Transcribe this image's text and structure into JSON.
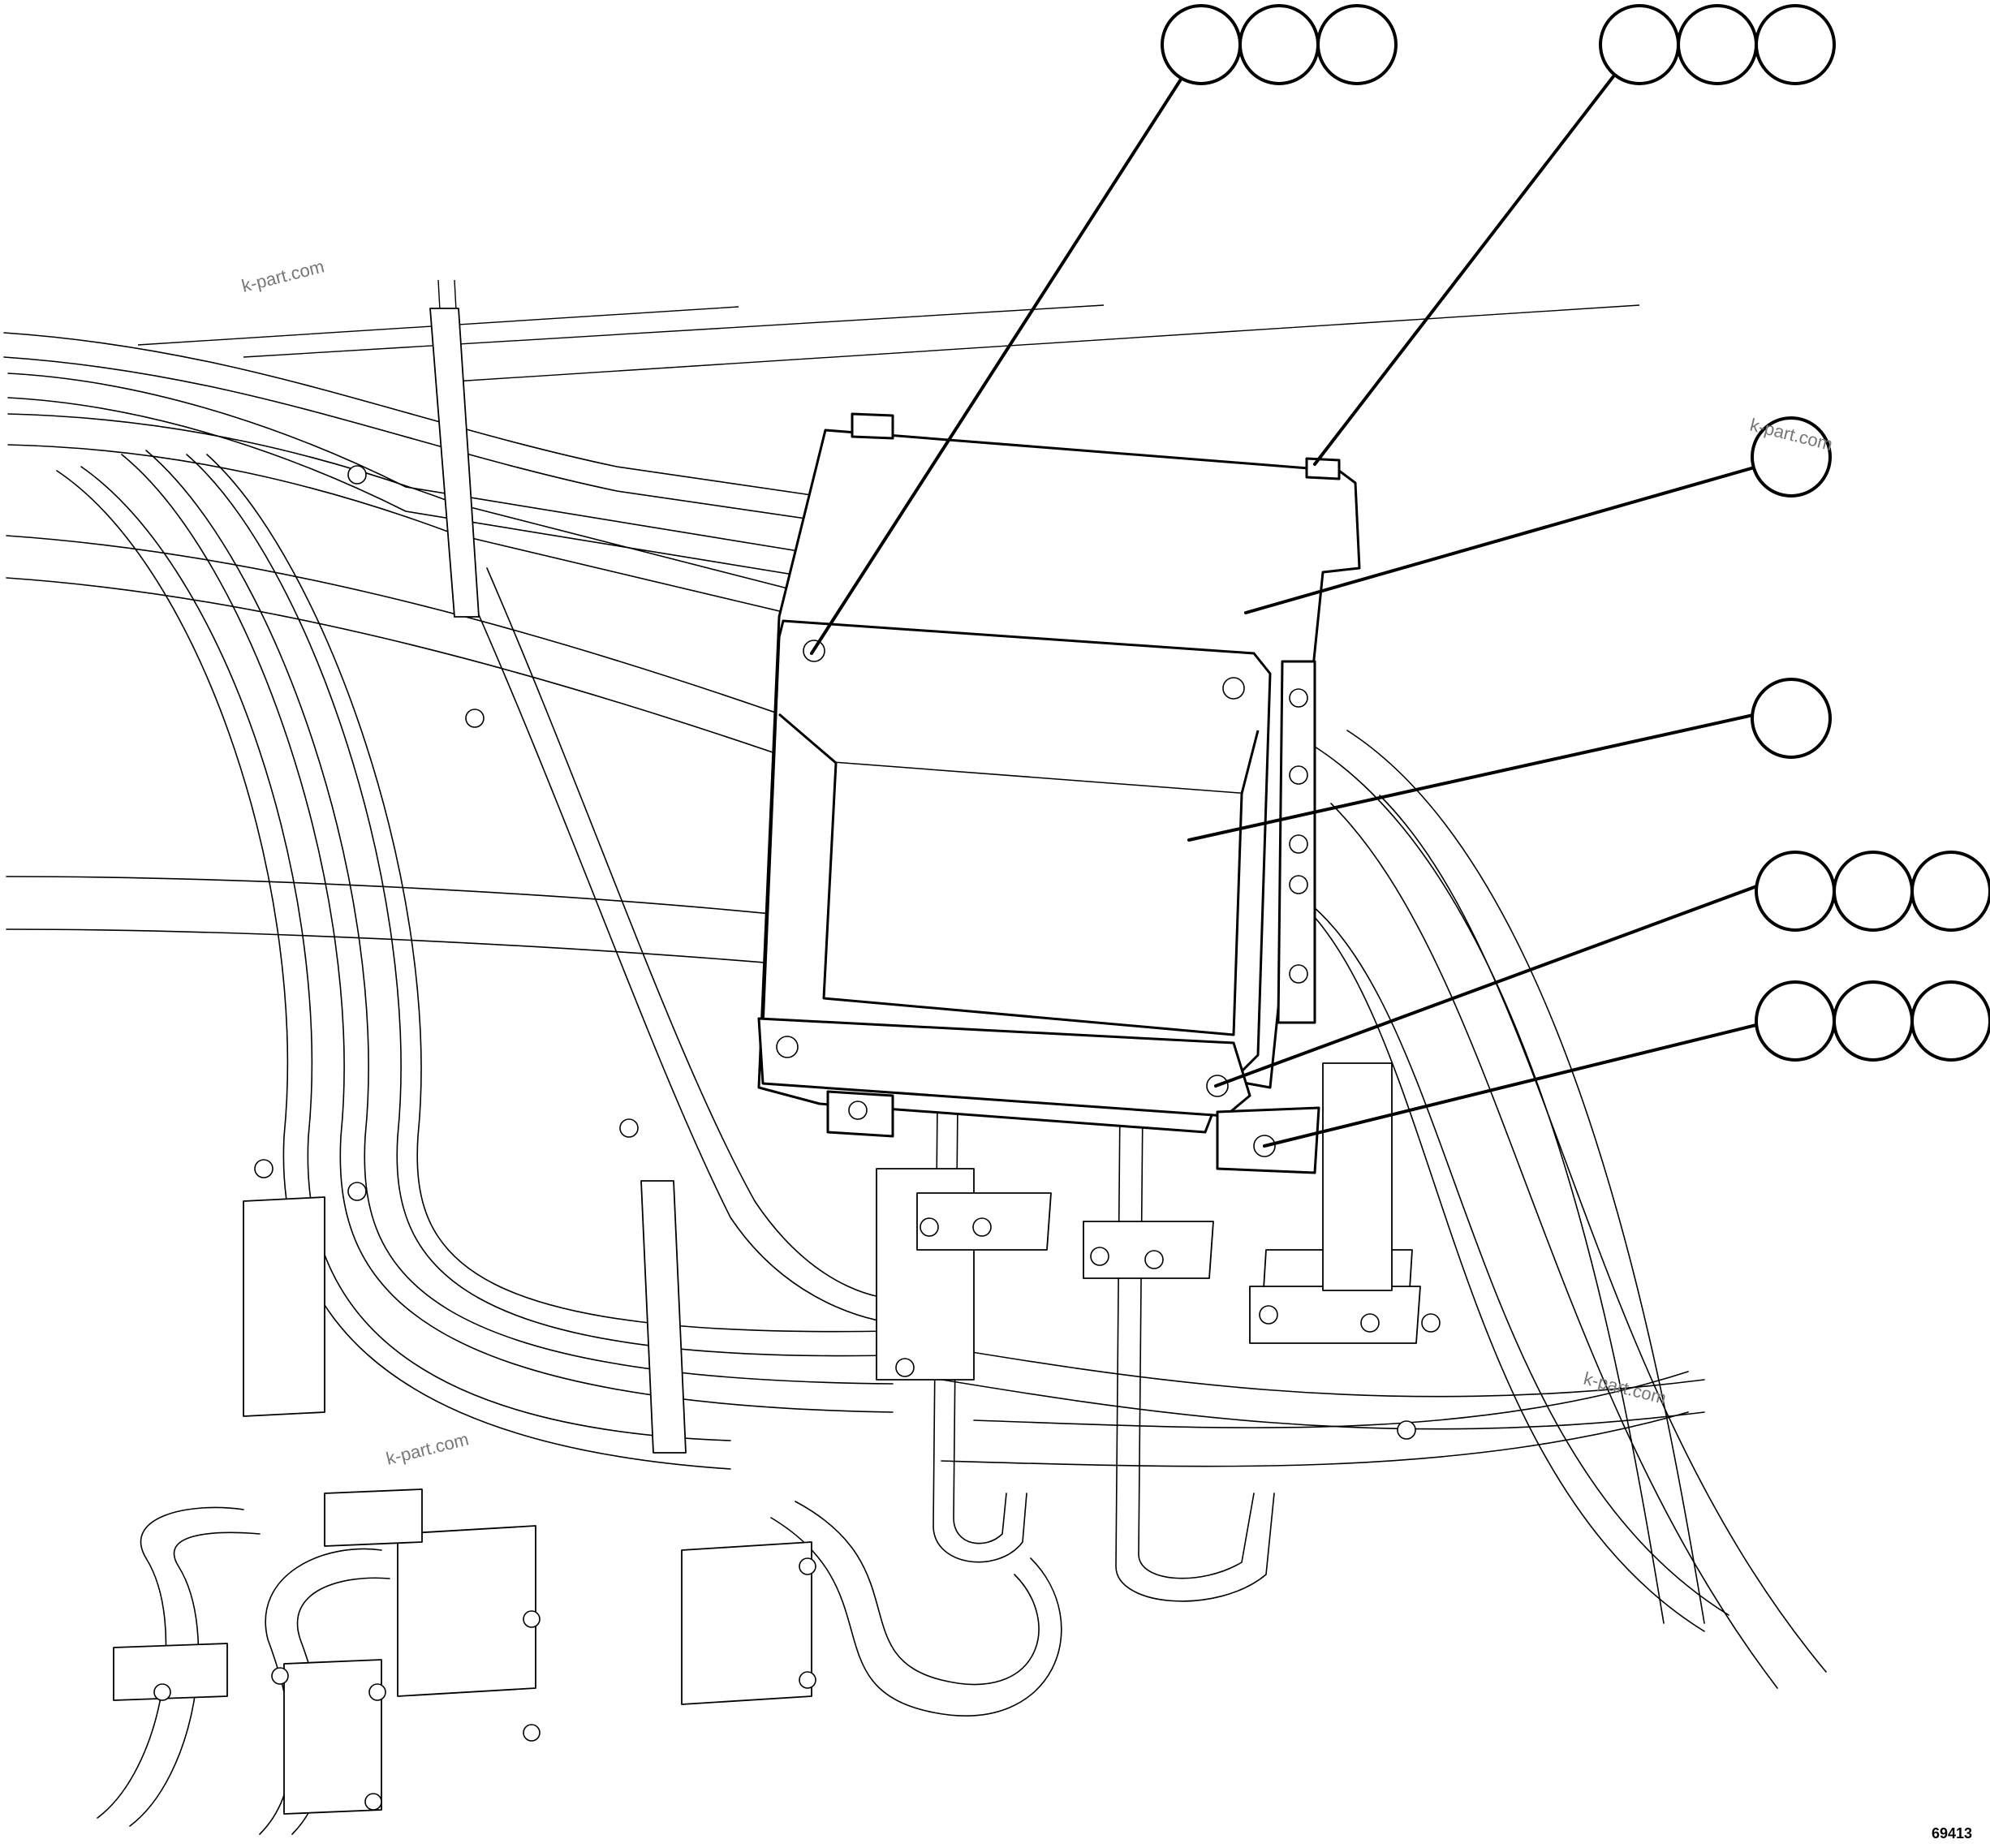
{
  "figure": {
    "number": "69413",
    "watermarks": [
      "k-part.com",
      "k-part.com",
      "k-part.com",
      "k-part.com"
    ]
  },
  "callouts": [
    {
      "group": "callout-group-top-left",
      "count": 3
    },
    {
      "group": "callout-group-top-right",
      "count": 3
    },
    {
      "group": "callout-single-upper",
      "count": 1
    },
    {
      "group": "callout-single-middle",
      "count": 1
    },
    {
      "group": "callout-group-lower-1",
      "count": 3
    },
    {
      "group": "callout-group-lower-2",
      "count": 3
    }
  ]
}
